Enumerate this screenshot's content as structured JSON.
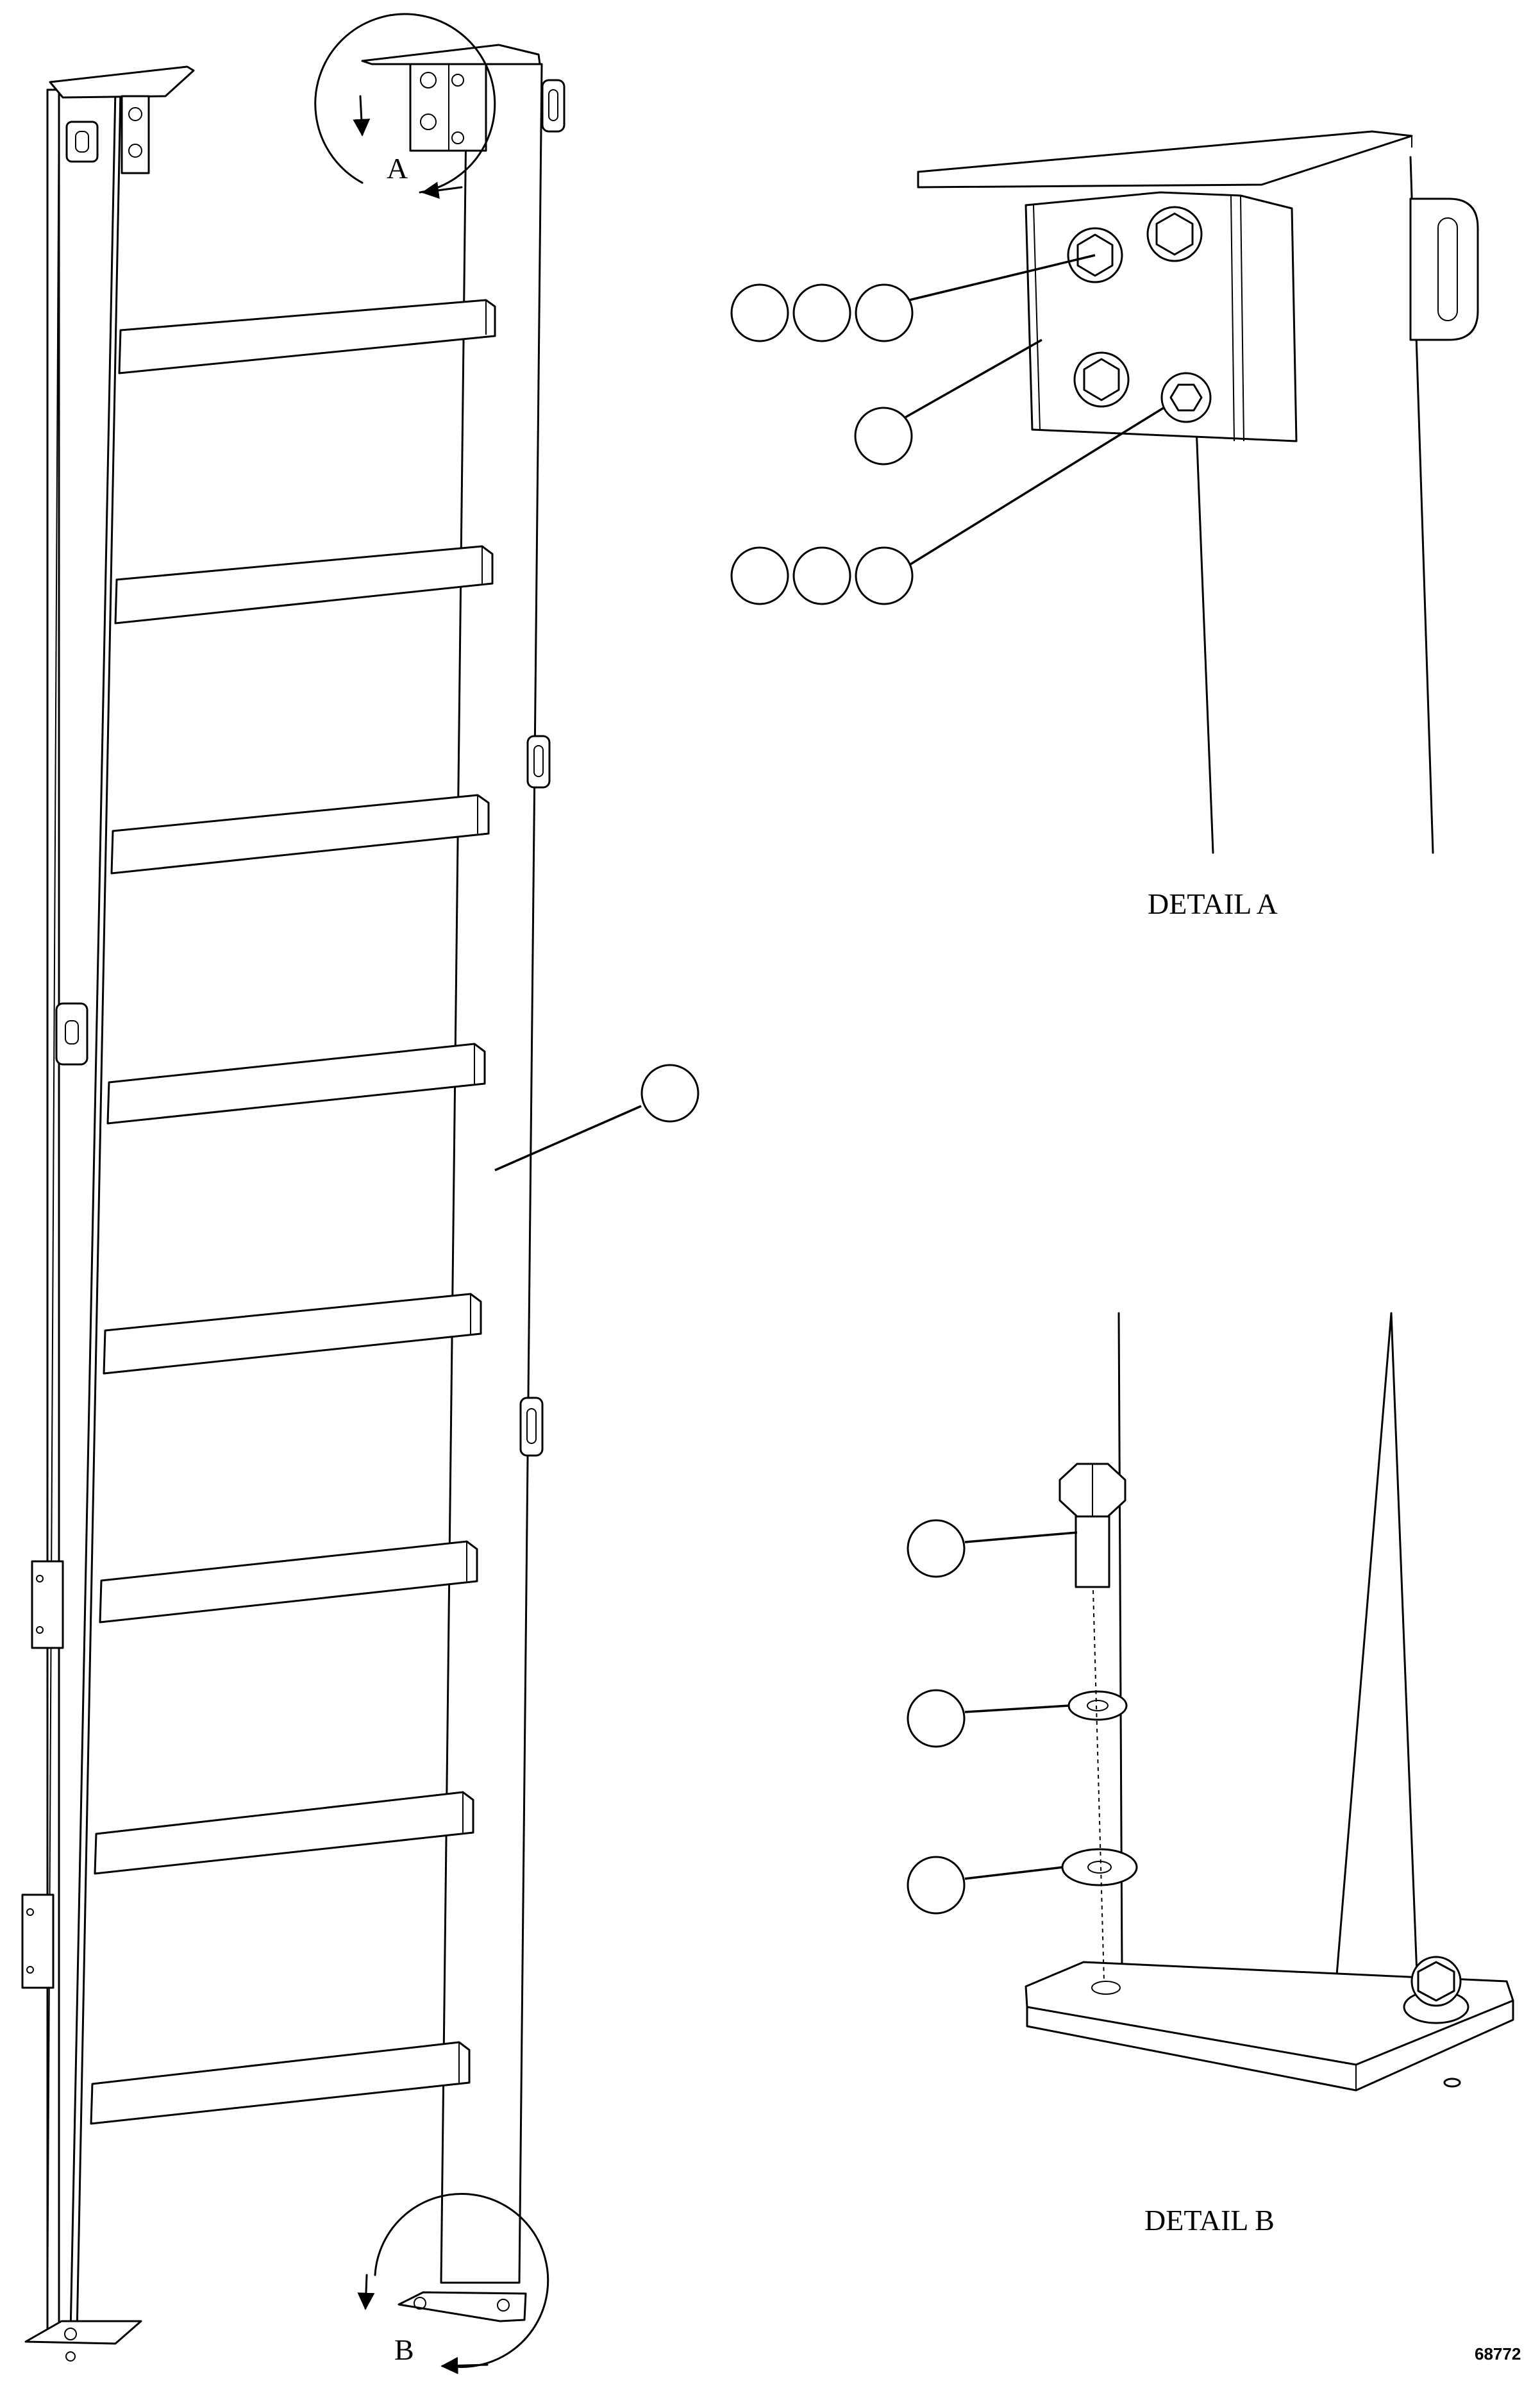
{
  "detail_views": [
    {
      "key": "A",
      "caption": "DETAIL A",
      "marker": "A"
    },
    {
      "key": "B",
      "caption": "DETAIL B",
      "marker": "B"
    }
  ],
  "drawing_number": "68772",
  "callouts_note": "all item balloons are blank in the source"
}
